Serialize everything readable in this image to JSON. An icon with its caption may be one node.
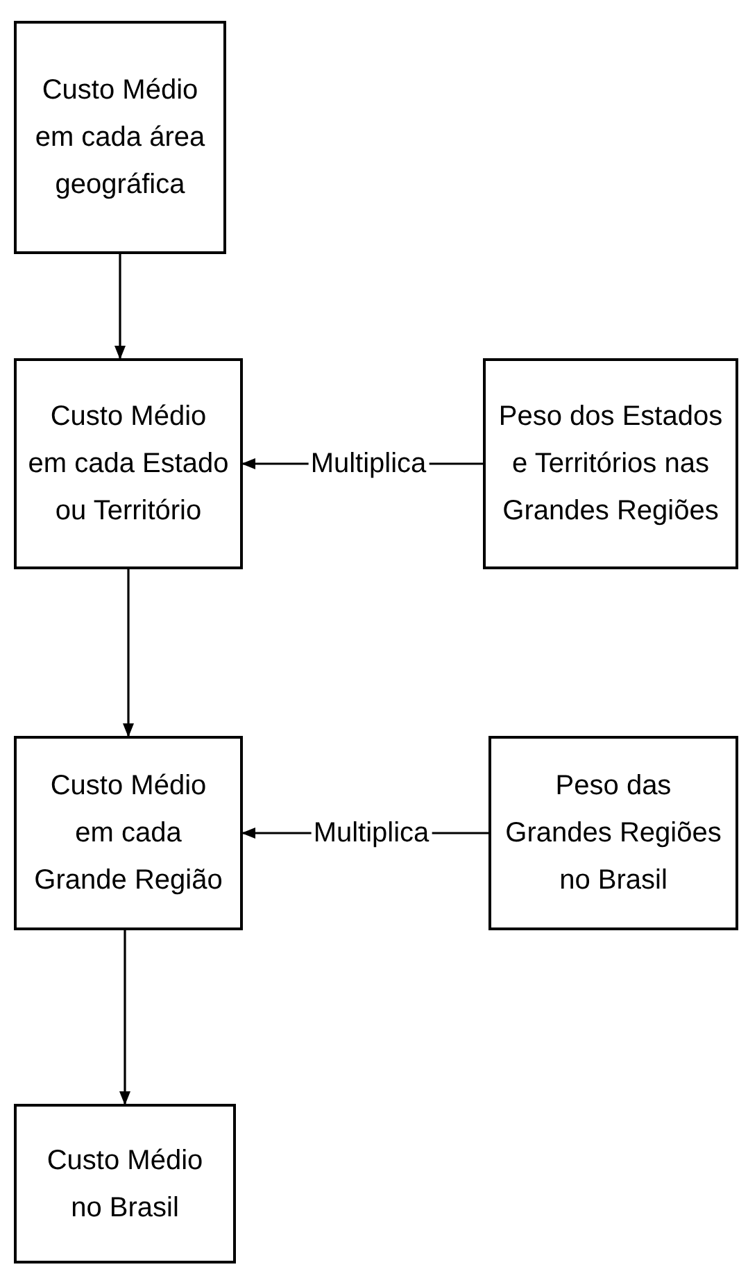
{
  "diagram": {
    "nodes": [
      {
        "text": [
          "Custo Médio em cada área geográfica"
        ]
      },
      {
        "text": [
          "Custo Médio em cada Estado ou Território"
        ]
      },
      {
        "text": [
          "Peso dos Estados e Territórios nas Grandes Regiões"
        ]
      },
      {
        "text": [
          "Custo Médio em cada Grande Região"
        ]
      },
      {
        "text": [
          "Peso das Grandes Regiões no Brasil"
        ]
      },
      {
        "text": [
          "Custo Médio no Brasil"
        ]
      }
    ],
    "edges": [
      {
        "from": 0,
        "to": 1,
        "arrow": "to"
      },
      {
        "from": 2,
        "to": 1,
        "arrow": "to",
        "label": "Multiplica"
      },
      {
        "from": 1,
        "to": 3,
        "arrow": "to"
      },
      {
        "from": 4,
        "to": 3,
        "arrow": "to",
        "label": "Multiplica"
      },
      {
        "from": 3,
        "to": 5,
        "arrow": "to"
      }
    ]
  }
}
